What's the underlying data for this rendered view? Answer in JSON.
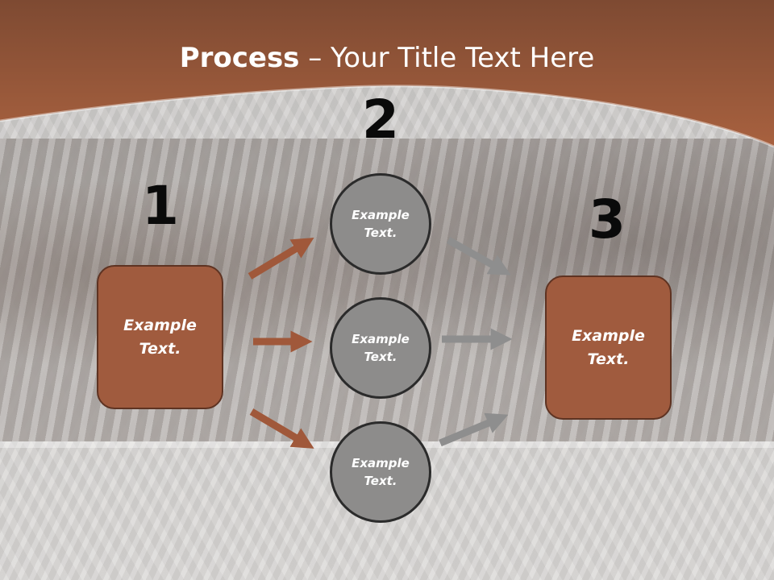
{
  "title": {
    "bold": "Process",
    "rest": " – Your Title Text Here"
  },
  "colors": {
    "header_brown": "#9a583b",
    "box_brown": "#a05b3e",
    "box_border": "#5e3322",
    "circle_gray": "#8d8c8b",
    "arrow_brown": "#a0583a",
    "arrow_gray": "#8e8e8e"
  },
  "steps": [
    {
      "number": "1",
      "label": "Example\nText."
    },
    {
      "number": "2"
    },
    {
      "number": "3",
      "label": "Example\nText."
    }
  ],
  "circles": [
    {
      "label": "Example\nText."
    },
    {
      "label": "Example\nText."
    },
    {
      "label": "Example\nText."
    }
  ]
}
